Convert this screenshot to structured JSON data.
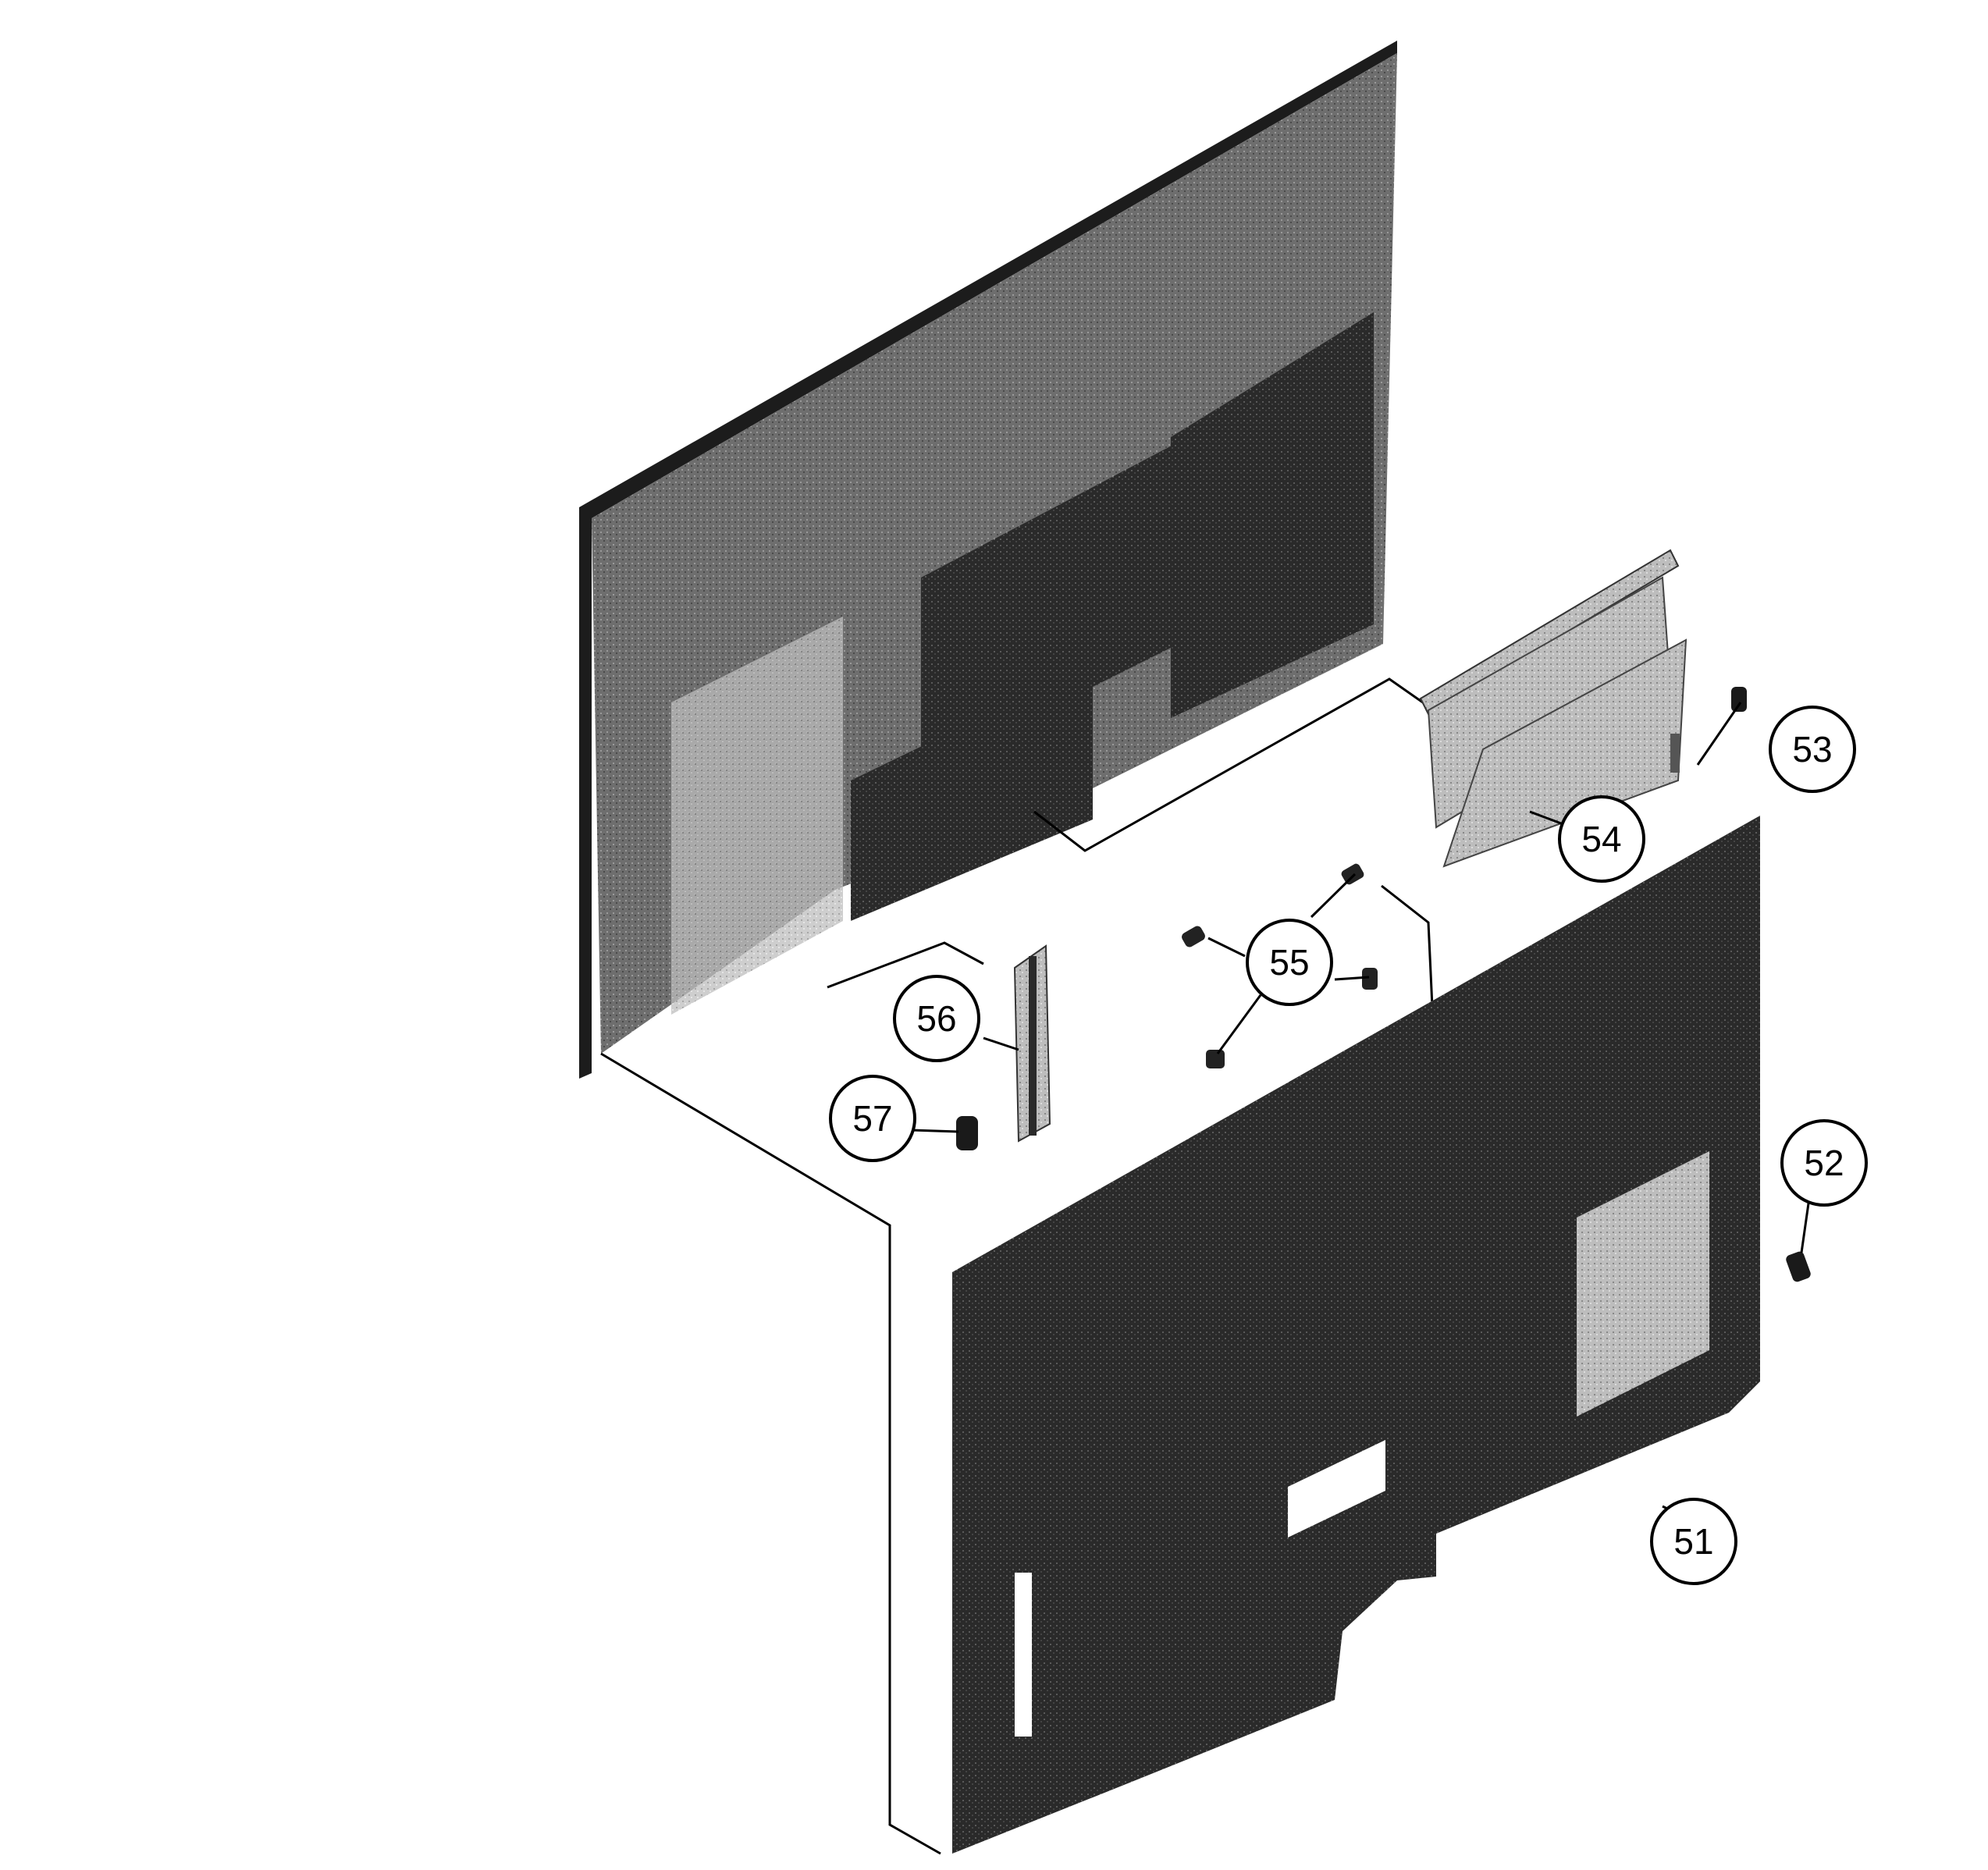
{
  "diagram": {
    "colors": {
      "background": "#ffffff",
      "line": "#000000",
      "panel_dark": "#2a2a2a",
      "panel_mid": "#6e6e6e",
      "panel_light": "#bdbdbd"
    },
    "callouts": [
      {
        "id": "51",
        "label": "51"
      },
      {
        "id": "52",
        "label": "52"
      },
      {
        "id": "53",
        "label": "53"
      },
      {
        "id": "54",
        "label": "54"
      },
      {
        "id": "55",
        "label": "55"
      },
      {
        "id": "56",
        "label": "56"
      },
      {
        "id": "57",
        "label": "57"
      }
    ]
  }
}
